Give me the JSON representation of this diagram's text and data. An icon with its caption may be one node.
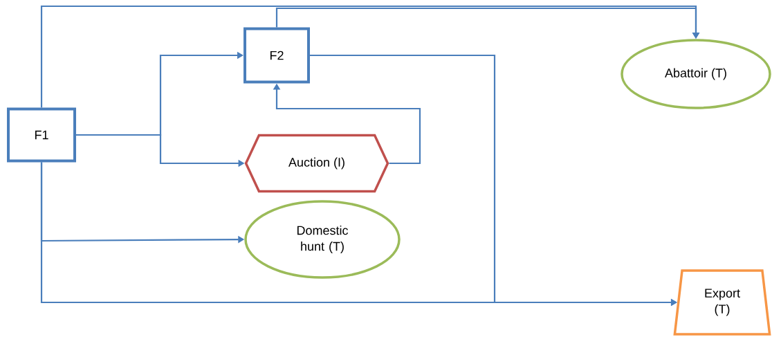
{
  "diagram": {
    "nodes": [
      {
        "text": [
          "F1"
        ]
      },
      {
        "text": [
          "F2"
        ]
      },
      {
        "text": [
          "Auction (I)"
        ]
      },
      {
        "text": [
          "Abattoir (T)"
        ]
      },
      {
        "text": [
          "Domestic hunt (T)"
        ]
      },
      {
        "text": [
          "Export (T)"
        ]
      }
    ],
    "edges": [
      {
        "from": 0,
        "to": 1,
        "arrow": "to"
      },
      {
        "from": 0,
        "to": 2,
        "arrow": "to"
      },
      {
        "from": 2,
        "to": 1,
        "arrow": "to"
      },
      {
        "from": 0,
        "to": 3,
        "arrow": "to"
      },
      {
        "from": 1,
        "to": 3,
        "arrow": "to"
      },
      {
        "from": 0,
        "to": 4,
        "arrow": "to"
      },
      {
        "from": 0,
        "to": 5,
        "arrow": "to"
      },
      {
        "from": 1,
        "to": 5,
        "arrow": "to"
      }
    ]
  }
}
